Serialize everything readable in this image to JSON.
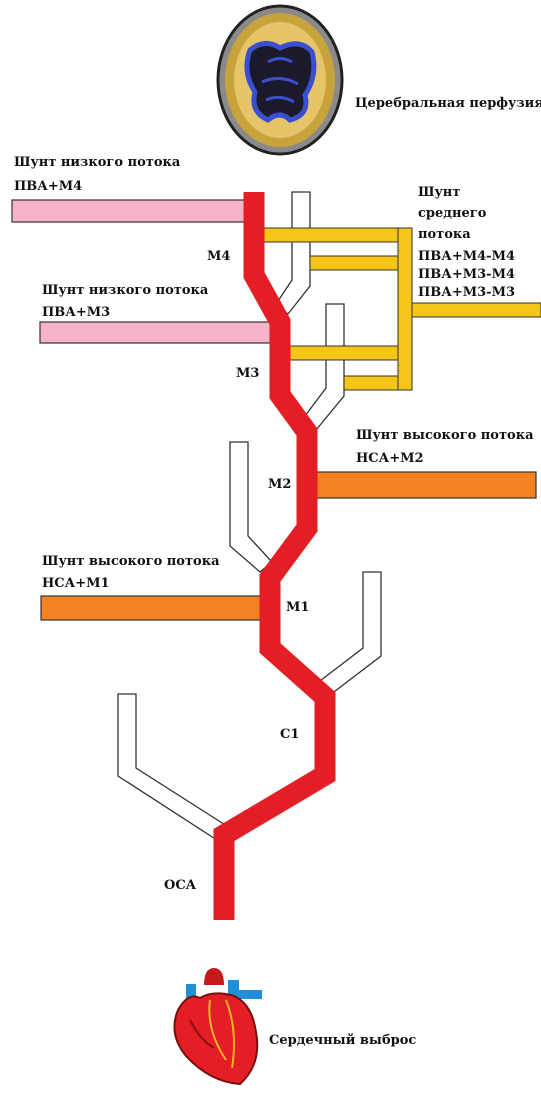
{
  "labels": {
    "cerebral_perfusion": "Церебральная перфузия",
    "cardiac_output": "Сердечный выброс",
    "shunt_low_m4_title": "Шунт низкого потока",
    "shunt_low_m4_sub": "ПВА+М4",
    "shunt_low_m3_title": "Шунт низкого потока",
    "shunt_low_m3_sub": "ПВА+М3",
    "shunt_medium_line1": "Шунт",
    "shunt_medium_line2": "среднего",
    "shunt_medium_line3": "потока",
    "shunt_medium_combo1": "ПВА+М4-М4",
    "shunt_medium_combo2": "ПВА+М3-М4",
    "shunt_medium_combo3": "ПВА+М3-М3",
    "shunt_high_m2_title": "Шунт высокого потока",
    "shunt_high_m2_sub": "НСА+М2",
    "shunt_high_m1_title": "Шунт высокого потока",
    "shunt_high_m1_sub": "НСА+М1",
    "seg_m4": "М4",
    "seg_m3": "М3",
    "seg_m2": "М2",
    "seg_m1": "М1",
    "seg_c1": "С1",
    "seg_oca": "ОСА"
  },
  "colors": {
    "artery_red": "#e31e24",
    "low_flow_pink": "#f7b3c8",
    "medium_flow_yellow": "#f5c518",
    "high_flow_orange": "#f58220",
    "outline": "#333333"
  },
  "icons": {
    "brain_scan": "brain-perfusion-scan-icon",
    "heart": "heart-icon"
  }
}
